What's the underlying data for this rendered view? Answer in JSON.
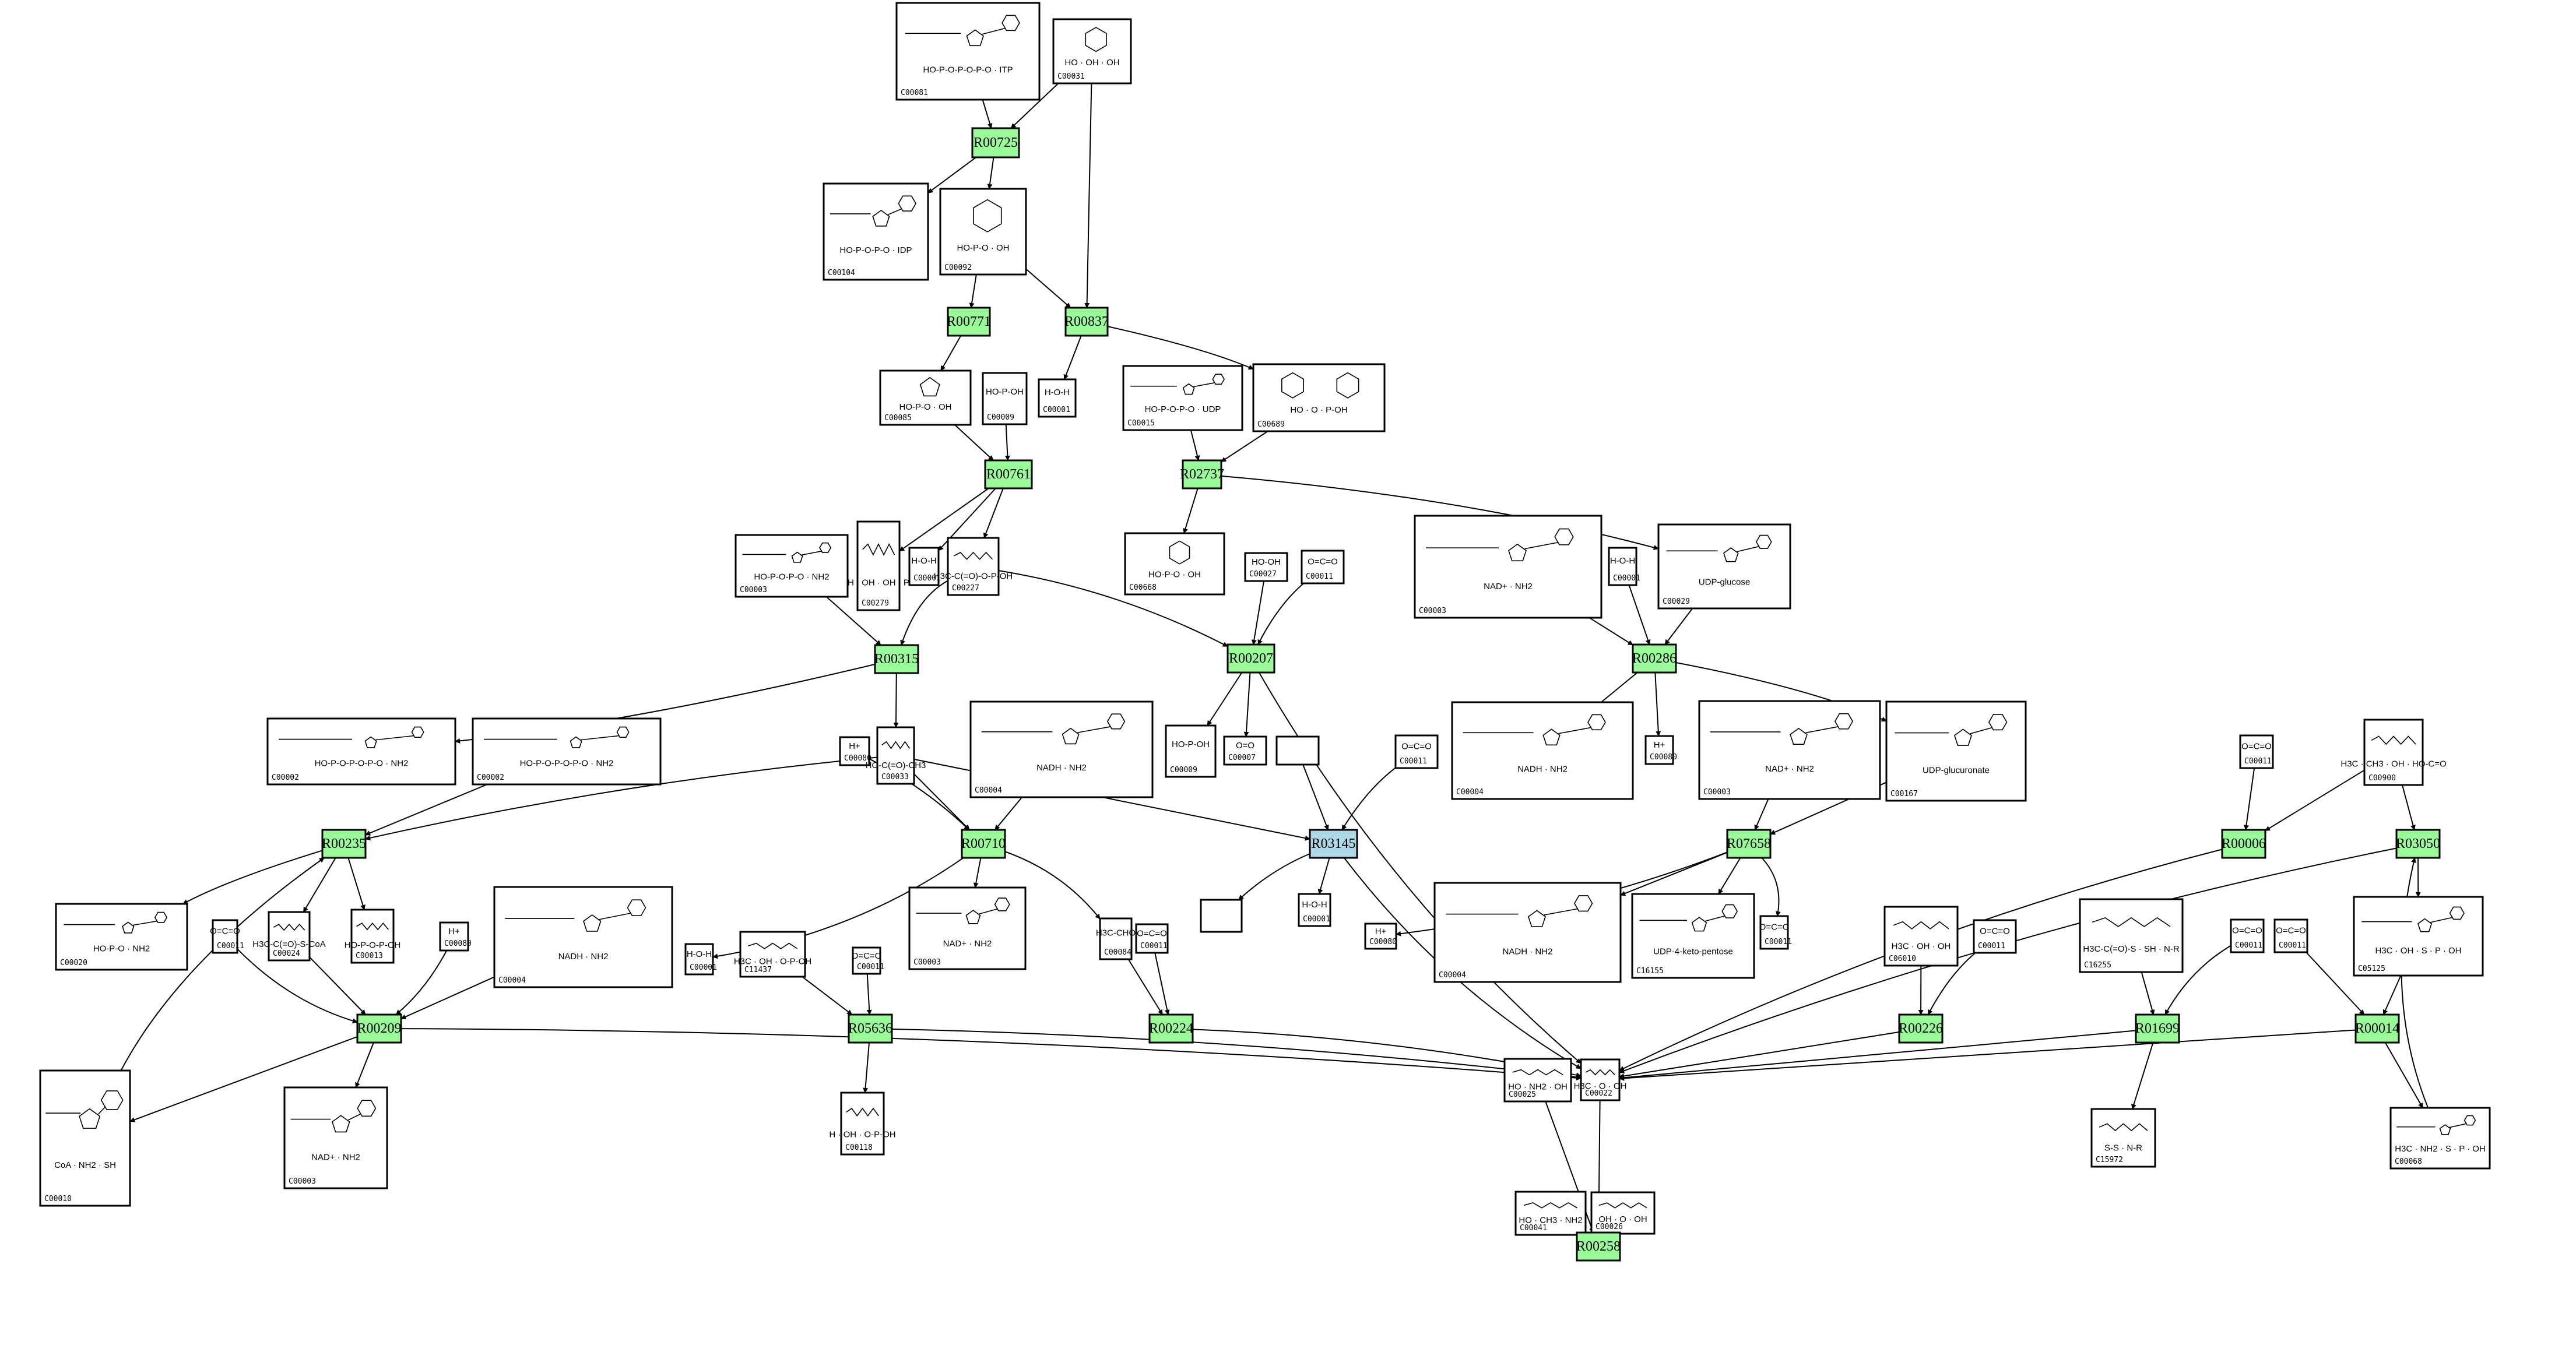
{
  "diagram": {
    "title": "Metabolic reaction network",
    "colors": {
      "reaction": "#98fb98",
      "highlight_reaction": "#add8e6",
      "edge": "#000000",
      "compound_border": "#000000"
    },
    "reactions": [
      {
        "id": "R00725",
        "label": "R00725",
        "highlight": false
      },
      {
        "id": "R00771",
        "label": "R00771",
        "highlight": false
      },
      {
        "id": "R00837",
        "label": "R00837",
        "highlight": false
      },
      {
        "id": "R00761",
        "label": "R00761",
        "highlight": false
      },
      {
        "id": "R02737",
        "label": "R02737",
        "highlight": false
      },
      {
        "id": "R00315",
        "label": "R00315",
        "highlight": false
      },
      {
        "id": "R00207",
        "label": "R00207",
        "highlight": false
      },
      {
        "id": "R00286",
        "label": "R00286",
        "highlight": false
      },
      {
        "id": "R00235",
        "label": "R00235",
        "highlight": false
      },
      {
        "id": "R00710",
        "label": "R00710",
        "highlight": false
      },
      {
        "id": "R03145",
        "label": "R03145",
        "highlight": true
      },
      {
        "id": "R07658",
        "label": "R07658",
        "highlight": false
      },
      {
        "id": "R00006",
        "label": "R00006",
        "highlight": false
      },
      {
        "id": "R03050",
        "label": "R03050",
        "highlight": false
      },
      {
        "id": "R00209",
        "label": "R00209",
        "highlight": false
      },
      {
        "id": "R05636",
        "label": "R05636",
        "highlight": false
      },
      {
        "id": "R00224",
        "label": "R00224",
        "highlight": false
      },
      {
        "id": "R00226",
        "label": "R00226",
        "highlight": false
      },
      {
        "id": "R01699",
        "label": "R01699",
        "highlight": false
      },
      {
        "id": "R00014",
        "label": "R00014",
        "highlight": false
      },
      {
        "id": "R00258",
        "label": "R00258",
        "highlight": false
      }
    ],
    "compounds": [
      {
        "key": "c1",
        "label": "C00081",
        "formula": "HO-P-O-P-O-P-O · ITP",
        "kind": "nucleotide"
      },
      {
        "key": "c2",
        "label": "C00031",
        "formula": "HO · OH · OH",
        "kind": "hexose"
      },
      {
        "key": "c3",
        "label": "C00104",
        "formula": "HO-P-O-P-O · IDP",
        "kind": "nucleotide"
      },
      {
        "key": "c4",
        "label": "C00092",
        "formula": "HO-P-O · OH",
        "kind": "hexose"
      },
      {
        "key": "c5",
        "label": "C00085",
        "formula": "HO-P-O · OH",
        "kind": "furanose"
      },
      {
        "key": "c6",
        "label": "C00009",
        "formula": "HO-P-OH",
        "kind": "small"
      },
      {
        "key": "c7",
        "label": "C00001",
        "formula": "H-O-H",
        "kind": "small"
      },
      {
        "key": "c8",
        "label": "C00015",
        "formula": "HO-P-O-P-O · UDP",
        "kind": "nucleotide"
      },
      {
        "key": "c9",
        "label": "C00689",
        "formula": "HO · O · P-OH",
        "kind": "disaccharide"
      },
      {
        "key": "c10",
        "label": "C00003",
        "formula": "HO-P-O-P-O · NH2",
        "kind": "nucleotide"
      },
      {
        "key": "c11",
        "label": "C00279",
        "formula": "H · OH · OH · P",
        "kind": "chain"
      },
      {
        "key": "c12",
        "label": "C00001",
        "formula": "H-O-H",
        "kind": "small"
      },
      {
        "key": "c13",
        "label": "C00227",
        "formula": "H3C-C(=O)-O-P-OH",
        "kind": "chain"
      },
      {
        "key": "c14",
        "label": "C00668",
        "formula": "HO-P-O · OH",
        "kind": "hexose"
      },
      {
        "key": "c15",
        "label": "C00027",
        "formula": "HO-OH",
        "kind": "small"
      },
      {
        "key": "c16",
        "label": "C00011",
        "formula": "O=C=O",
        "kind": "small"
      },
      {
        "key": "c17",
        "label": "C00003",
        "formula": "NAD+ · NH2",
        "kind": "nucleotide"
      },
      {
        "key": "c18",
        "label": "C00001",
        "formula": "H-O-H",
        "kind": "small"
      },
      {
        "key": "c19",
        "label": "C00029",
        "formula": "UDP-glucose",
        "kind": "nucleotide"
      },
      {
        "key": "c20",
        "label": "C00002",
        "formula": "HO-P-O-P-O-P-O · NH2",
        "kind": "nucleotide"
      },
      {
        "key": "c21",
        "label": "C00002",
        "formula": "HO-P-O-P-O-P-O · NH2",
        "kind": "nucleotide"
      },
      {
        "key": "c22",
        "label": "C00080",
        "formula": "H+",
        "kind": "small"
      },
      {
        "key": "c23",
        "label": "C00033",
        "formula": "HO-C(=O)-CH3",
        "kind": "chain"
      },
      {
        "key": "c24",
        "label": "C00004",
        "formula": "NADH · NH2",
        "kind": "nucleotide"
      },
      {
        "key": "c25",
        "label": "C00009",
        "formula": "HO-P-OH",
        "kind": "small"
      },
      {
        "key": "c26",
        "label": "C00007",
        "formula": "O=O",
        "kind": "small"
      },
      {
        "key": "c27",
        "label": "",
        "formula": "",
        "kind": "empty"
      },
      {
        "key": "c28",
        "label": "C00011",
        "formula": "O=C=O",
        "kind": "small"
      },
      {
        "key": "c29",
        "label": "C00004",
        "formula": "NADH · NH2",
        "kind": "nucleotide"
      },
      {
        "key": "c30",
        "label": "C00080",
        "formula": "H+",
        "kind": "small"
      },
      {
        "key": "c31",
        "label": "C00003",
        "formula": "NAD+ · NH2",
        "kind": "nucleotide"
      },
      {
        "key": "c32",
        "label": "C00167",
        "formula": "UDP-glucuronate",
        "kind": "nucleotide"
      },
      {
        "key": "c33",
        "label": "C00011",
        "formula": "O=C=O",
        "kind": "small"
      },
      {
        "key": "c34",
        "label": "C00900",
        "formula": "H3C · CH3 · OH · HO-C=O",
        "kind": "chain"
      },
      {
        "key": "c35",
        "label": "C00020",
        "formula": "HO-P-O · NH2",
        "kind": "nucleotide"
      },
      {
        "key": "c36",
        "label": "C00011",
        "formula": "O=C=O",
        "kind": "small"
      },
      {
        "key": "c37",
        "label": "C00024",
        "formula": "H3C-C(=O)-S-CoA",
        "kind": "chain"
      },
      {
        "key": "c38",
        "label": "C00013",
        "formula": "HO-P-O-P-OH",
        "kind": "chain"
      },
      {
        "key": "c39",
        "label": "C00080",
        "formula": "H+",
        "kind": "small"
      },
      {
        "key": "c40",
        "label": "C00004",
        "formula": "NADH · NH2",
        "kind": "nucleotide"
      },
      {
        "key": "c41",
        "label": "C00001",
        "formula": "H-O-H",
        "kind": "small"
      },
      {
        "key": "c42",
        "label": "C11437",
        "formula": "H3C · OH · O-P-OH",
        "kind": "chain"
      },
      {
        "key": "c43",
        "label": "C00011",
        "formula": "O=C=O",
        "kind": "small"
      },
      {
        "key": "c44",
        "label": "C00003",
        "formula": "NAD+ · NH2",
        "kind": "nucleotide"
      },
      {
        "key": "c45",
        "label": "C00084",
        "formula": "H3C-CHO",
        "kind": "small"
      },
      {
        "key": "c46",
        "label": "C00011",
        "formula": "O=C=O",
        "kind": "small"
      },
      {
        "key": "c47",
        "label": "",
        "formula": "",
        "kind": "empty"
      },
      {
        "key": "c48",
        "label": "C00001",
        "formula": "H-O-H",
        "kind": "small"
      },
      {
        "key": "c49",
        "label": "C00080",
        "formula": "H+",
        "kind": "small"
      },
      {
        "key": "c50",
        "label": "C00004",
        "formula": "NADH · NH2",
        "kind": "nucleotide"
      },
      {
        "key": "c51",
        "label": "C16155",
        "formula": "UDP-4-keto-pentose",
        "kind": "nucleotide"
      },
      {
        "key": "c52",
        "label": "C00011",
        "formula": "O=C=O",
        "kind": "small"
      },
      {
        "key": "c53",
        "label": "C06010",
        "formula": "H3C · OH · OH",
        "kind": "chain"
      },
      {
        "key": "c54",
        "label": "C00011",
        "formula": "O=C=O",
        "kind": "small"
      },
      {
        "key": "c55",
        "label": "C16255",
        "formula": "H3C-C(=O)-S · SH · N-R",
        "kind": "chain"
      },
      {
        "key": "c56",
        "label": "C00011",
        "formula": "O=C=O",
        "kind": "small"
      },
      {
        "key": "c57",
        "label": "C00011",
        "formula": "O=C=O",
        "kind": "small"
      },
      {
        "key": "c58",
        "label": "C05125",
        "formula": "H3C · OH · S · P · OH",
        "kind": "nucleotide"
      },
      {
        "key": "c59",
        "label": "C00010",
        "formula": "CoA · NH2 · SH",
        "kind": "coa"
      },
      {
        "key": "c60",
        "label": "C00003",
        "formula": "NAD+ · NH2",
        "kind": "nucleotide"
      },
      {
        "key": "c61",
        "label": "C00118",
        "formula": "H · OH · O-P-OH",
        "kind": "chain"
      },
      {
        "key": "c62",
        "label": "C00025",
        "formula": "HO · NH2 · OH",
        "kind": "chain"
      },
      {
        "key": "c63",
        "label": "C00022",
        "formula": "H3C · O · OH",
        "kind": "chain"
      },
      {
        "key": "c64",
        "label": "C15972",
        "formula": "S-S · N-R",
        "kind": "chain"
      },
      {
        "key": "c65",
        "label": "C00068",
        "formula": "H3C · NH2 · S · P · OH",
        "kind": "nucleotide"
      },
      {
        "key": "c66",
        "label": "C00041",
        "formula": "HO · CH3 · NH2",
        "kind": "chain"
      },
      {
        "key": "c67",
        "label": "C00026",
        "formula": "OH · O · OH",
        "kind": "chain"
      }
    ]
  }
}
